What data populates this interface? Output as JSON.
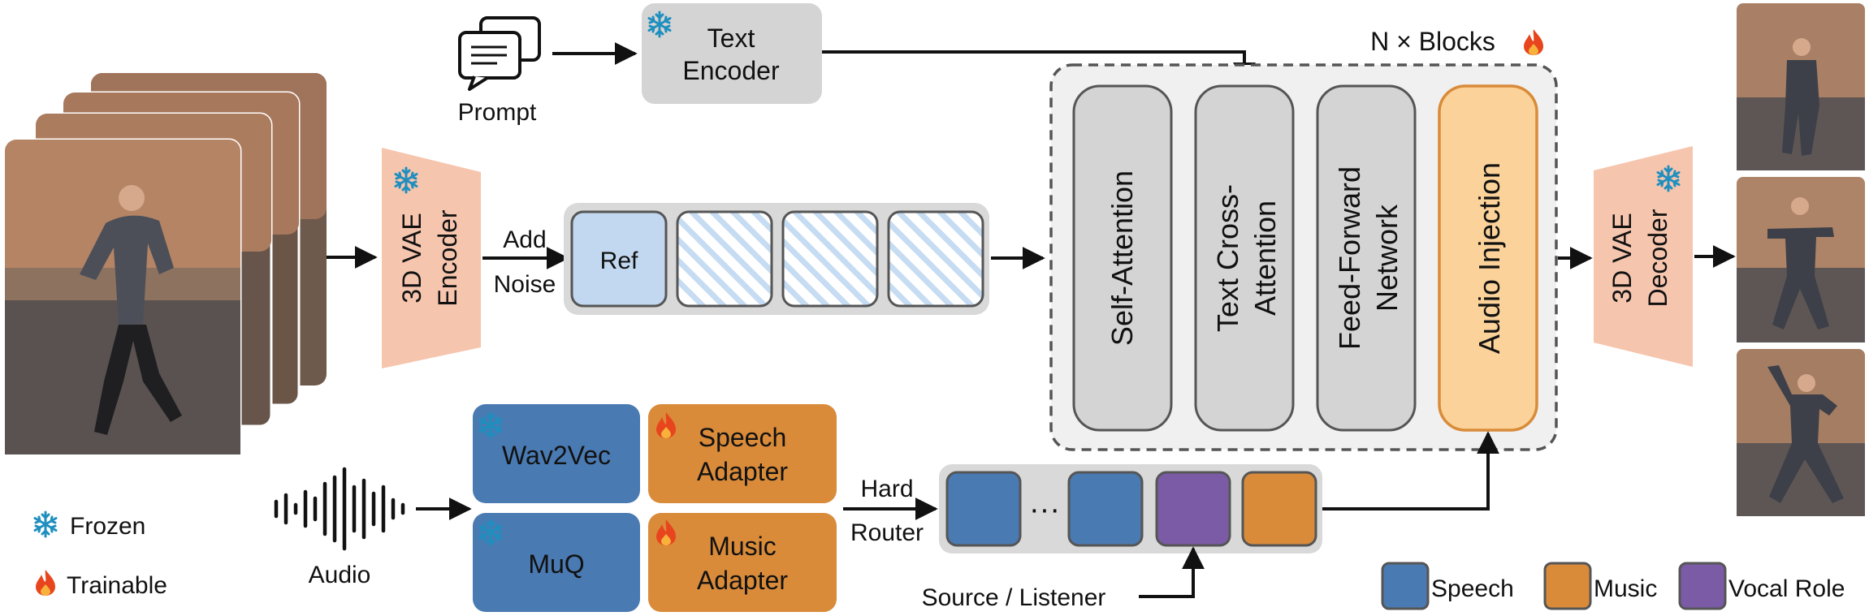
{
  "inputs": {
    "prompt_label": "Prompt",
    "audio_label": "Audio"
  },
  "text_encoder": {
    "line1": "Text",
    "line2": "Encoder",
    "status": "frozen"
  },
  "vae_encoder": {
    "line1": "3D VAE",
    "line2": "Encoder",
    "status": "frozen"
  },
  "vae_decoder": {
    "line1": "3D VAE",
    "line2": "Decoder",
    "status": "frozen"
  },
  "add_noise": {
    "line1": "Add",
    "line2": "Noise"
  },
  "latent_sequence": {
    "ref_label": "Ref"
  },
  "transformer": {
    "title": "N × Blocks",
    "blocks": [
      {
        "line1": "Self-Attention",
        "line2": ""
      },
      {
        "line1": "Text Cross-",
        "line2": "Attention"
      },
      {
        "line1": "Feed-Forward",
        "line2": "Network"
      },
      {
        "line1": "Audio Injection",
        "line2": ""
      }
    ]
  },
  "audio_encoders": {
    "wav2vec": "Wav2Vec",
    "muq": "MuQ",
    "speech_adapter": {
      "line1": "Speech",
      "line2": "Adapter"
    },
    "music_adapter": {
      "line1": "Music",
      "line2": "Adapter"
    }
  },
  "router": {
    "line1": "Hard",
    "line2": "Router",
    "ellipsis": "···"
  },
  "source_listener_label": "Source / Listener",
  "legend_status": {
    "frozen": "Frozen",
    "trainable": "Trainable"
  },
  "legend_tokens": {
    "speech": "Speech",
    "music": "Music",
    "vocal_role": "Vocal Role"
  },
  "colors": {
    "speech": "#4a7ab2",
    "music": "#d98b3a",
    "vocal_role": "#7b5aa6",
    "vae": "#f6c5ae",
    "encoder_gray": "#d4d4d4",
    "audio_injection": "#fbd39a",
    "ref": "#c2d8f0",
    "frozen": "#1f8fbf",
    "trainable": "#e8451e"
  }
}
